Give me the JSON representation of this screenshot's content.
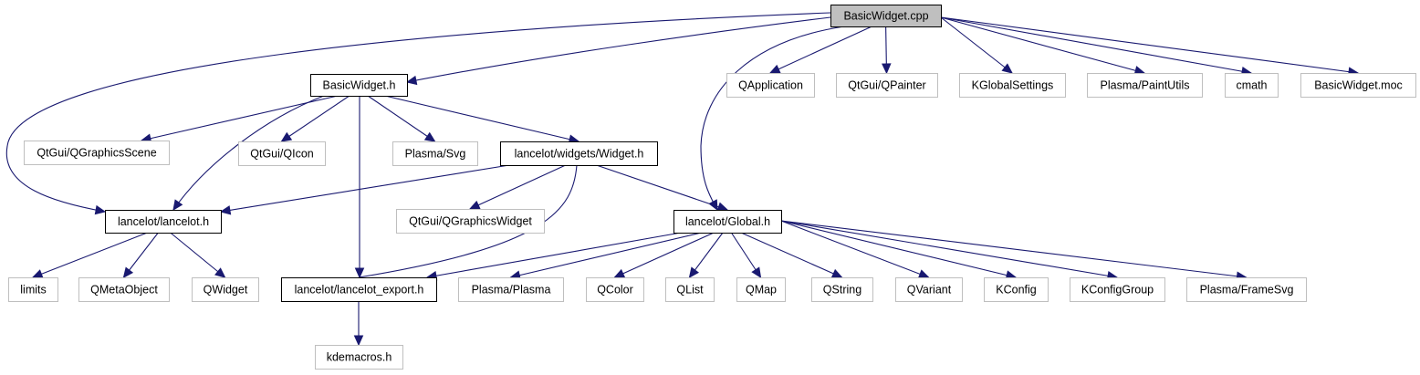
{
  "diagram": {
    "type": "include-dependency-graph",
    "colors": {
      "edge": "#191970",
      "root_fill": "#bfbfbf",
      "documented_border": "#000000",
      "external_border": "#bfbfbf"
    },
    "nodes": [
      {
        "id": "basicwidget_cpp",
        "label": "BasicWidget.cpp",
        "kind": "root"
      },
      {
        "id": "basicwidget_h",
        "label": "BasicWidget.h",
        "kind": "doc"
      },
      {
        "id": "qapplication",
        "label": "QApplication",
        "kind": "ext"
      },
      {
        "id": "qpainter",
        "label": "QtGui/QPainter",
        "kind": "ext"
      },
      {
        "id": "kglobalsettings",
        "label": "KGlobalSettings",
        "kind": "ext"
      },
      {
        "id": "paintutils",
        "label": "Plasma/PaintUtils",
        "kind": "ext"
      },
      {
        "id": "cmath",
        "label": "cmath",
        "kind": "ext"
      },
      {
        "id": "basicwidget_moc",
        "label": "BasicWidget.moc",
        "kind": "ext"
      },
      {
        "id": "qgraphicsscene",
        "label": "QtGui/QGraphicsScene",
        "kind": "ext"
      },
      {
        "id": "qicon",
        "label": "QtGui/QIcon",
        "kind": "ext"
      },
      {
        "id": "plasma_svg",
        "label": "Plasma/Svg",
        "kind": "ext"
      },
      {
        "id": "widget_h",
        "label": "lancelot/widgets/Widget.h",
        "kind": "doc"
      },
      {
        "id": "lancelot_h",
        "label": "lancelot/lancelot.h",
        "kind": "doc"
      },
      {
        "id": "qgraphicswidget",
        "label": "QtGui/QGraphicsWidget",
        "kind": "ext"
      },
      {
        "id": "global_h",
        "label": "lancelot/Global.h",
        "kind": "doc"
      },
      {
        "id": "limits",
        "label": "limits",
        "kind": "ext"
      },
      {
        "id": "qmetaobject",
        "label": "QMetaObject",
        "kind": "ext"
      },
      {
        "id": "qwidget",
        "label": "QWidget",
        "kind": "ext"
      },
      {
        "id": "export_h",
        "label": "lancelot/lancelot_export.h",
        "kind": "doc"
      },
      {
        "id": "plasma_plasma",
        "label": "Plasma/Plasma",
        "kind": "ext"
      },
      {
        "id": "qcolor",
        "label": "QColor",
        "kind": "ext"
      },
      {
        "id": "qlist",
        "label": "QList",
        "kind": "ext"
      },
      {
        "id": "qmap",
        "label": "QMap",
        "kind": "ext"
      },
      {
        "id": "qstring",
        "label": "QString",
        "kind": "ext"
      },
      {
        "id": "qvariant",
        "label": "QVariant",
        "kind": "ext"
      },
      {
        "id": "kconfig",
        "label": "KConfig",
        "kind": "ext"
      },
      {
        "id": "kconfiggroup",
        "label": "KConfigGroup",
        "kind": "ext"
      },
      {
        "id": "framesvg",
        "label": "Plasma/FrameSvg",
        "kind": "ext"
      },
      {
        "id": "kdemacros",
        "label": "kdemacros.h",
        "kind": "ext"
      }
    ],
    "edges": [
      {
        "from": "basicwidget_cpp",
        "to": "basicwidget_h"
      },
      {
        "from": "basicwidget_cpp",
        "to": "lancelot_h"
      },
      {
        "from": "basicwidget_cpp",
        "to": "global_h"
      },
      {
        "from": "basicwidget_cpp",
        "to": "qapplication"
      },
      {
        "from": "basicwidget_cpp",
        "to": "qpainter"
      },
      {
        "from": "basicwidget_cpp",
        "to": "kglobalsettings"
      },
      {
        "from": "basicwidget_cpp",
        "to": "paintutils"
      },
      {
        "from": "basicwidget_cpp",
        "to": "cmath"
      },
      {
        "from": "basicwidget_cpp",
        "to": "basicwidget_moc"
      },
      {
        "from": "basicwidget_h",
        "to": "qgraphicsscene"
      },
      {
        "from": "basicwidget_h",
        "to": "qicon"
      },
      {
        "from": "basicwidget_h",
        "to": "plasma_svg"
      },
      {
        "from": "basicwidget_h",
        "to": "widget_h"
      },
      {
        "from": "basicwidget_h",
        "to": "lancelot_h"
      },
      {
        "from": "basicwidget_h",
        "to": "export_h"
      },
      {
        "from": "widget_h",
        "to": "lancelot_h"
      },
      {
        "from": "widget_h",
        "to": "qgraphicswidget"
      },
      {
        "from": "widget_h",
        "to": "global_h"
      },
      {
        "from": "widget_h",
        "to": "export_h"
      },
      {
        "from": "lancelot_h",
        "to": "limits"
      },
      {
        "from": "lancelot_h",
        "to": "qmetaobject"
      },
      {
        "from": "lancelot_h",
        "to": "qwidget"
      },
      {
        "from": "global_h",
        "to": "export_h"
      },
      {
        "from": "global_h",
        "to": "plasma_plasma"
      },
      {
        "from": "global_h",
        "to": "qcolor"
      },
      {
        "from": "global_h",
        "to": "qlist"
      },
      {
        "from": "global_h",
        "to": "qmap"
      },
      {
        "from": "global_h",
        "to": "qstring"
      },
      {
        "from": "global_h",
        "to": "qvariant"
      },
      {
        "from": "global_h",
        "to": "kconfig"
      },
      {
        "from": "global_h",
        "to": "kconfiggroup"
      },
      {
        "from": "global_h",
        "to": "framesvg"
      },
      {
        "from": "export_h",
        "to": "kdemacros"
      }
    ]
  }
}
